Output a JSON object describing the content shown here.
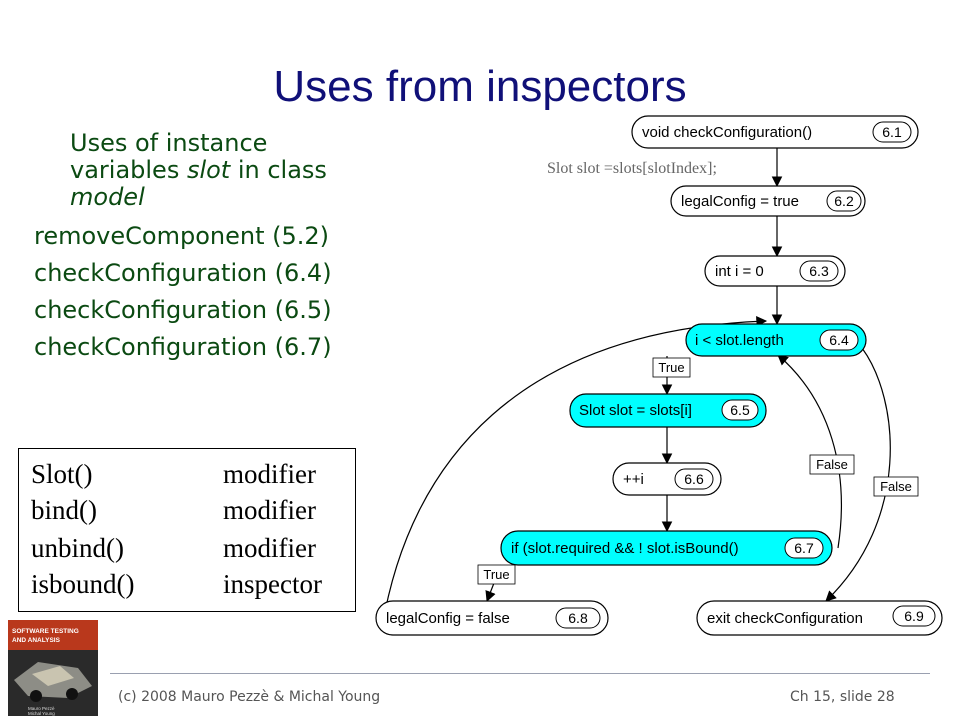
{
  "slide": {
    "title": "Uses from inspectors",
    "intro": {
      "line1": "Uses of instance",
      "line2_a": "variables ",
      "line2_em": "slot",
      "line2_b": " in class",
      "line3_em": "model"
    },
    "uses": [
      "removeComponent (5.2)",
      "checkConfiguration (6.4)",
      "checkConfiguration (6.5)",
      "checkConfiguration (6.7)"
    ]
  },
  "methods": [
    {
      "name": "Slot()",
      "kind": "modifier"
    },
    {
      "name": "bind()",
      "kind": "modifier"
    },
    {
      "name": "unbind()",
      "kind": "modifier"
    },
    {
      "name": "isbound()",
      "kind": "inspector"
    }
  ],
  "diagram": {
    "annotation": "Slot slot =slots[slotIndex];",
    "nodes": [
      {
        "id": "6.1",
        "label": "void checkConfiguration()",
        "highlight": false
      },
      {
        "id": "6.2",
        "label": "legalConfig = true",
        "highlight": false
      },
      {
        "id": "6.3",
        "label": "int i = 0",
        "highlight": false
      },
      {
        "id": "6.4",
        "label": "i < slot.length",
        "highlight": true
      },
      {
        "id": "6.5",
        "label": "Slot slot = slots[i]",
        "highlight": true
      },
      {
        "id": "6.6",
        "label": "++i",
        "highlight": false
      },
      {
        "id": "6.7",
        "label": "if (slot.required && ! slot.isBound()",
        "highlight": true
      },
      {
        "id": "6.8",
        "label": "legalConfig = false",
        "highlight": false
      },
      {
        "id": "6.9",
        "label": "exit checkConfiguration",
        "highlight": false
      }
    ],
    "edge_labels": {
      "true_64": "True",
      "false_67": "False",
      "false_64": "False",
      "true_67": "True"
    },
    "highlight_color": "#00ffff"
  },
  "book_cover": {
    "title": "SOFTWARE TESTING AND ANALYSIS",
    "authors": "Mauro Pezzè / Michal Young"
  },
  "footer": {
    "left": "(c) 2008 Mauro Pezzè & Michal Young",
    "right": "Ch 15, slide 28"
  }
}
